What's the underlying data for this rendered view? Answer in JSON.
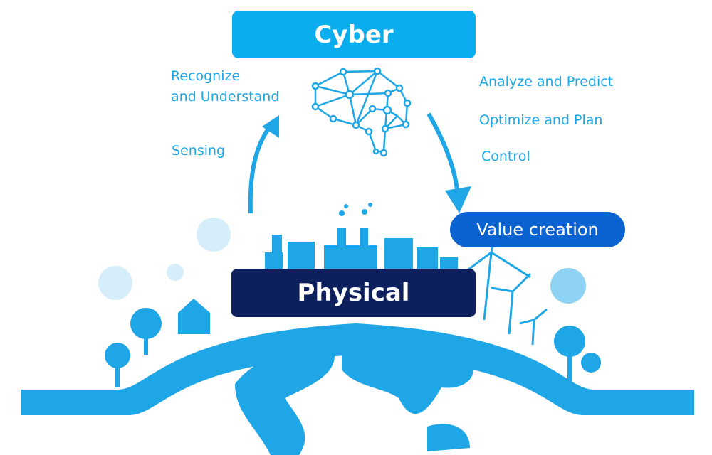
{
  "colors": {
    "cyber": "#0aaeef",
    "physical": "#0d1f5c",
    "value": "#0a63d0",
    "text": "#1aa7e8",
    "illustration": "#1ea6e6"
  },
  "boxes": {
    "cyber": "Cyber",
    "physical": "Physical",
    "value_creation": "Value creation"
  },
  "left_labels": {
    "recognize_1": "Recognize",
    "recognize_2": "and Understand",
    "sensing": "Sensing"
  },
  "right_labels": {
    "analyze": "Analyze and Predict",
    "optimize": "Optimize and Plan",
    "control": "Control"
  },
  "icons": [
    "brain-network-icon",
    "up-arrow-icon",
    "down-arrow-icon",
    "globe-icon",
    "city-icon",
    "wind-turbine-icon",
    "tree-icon",
    "house-icon"
  ]
}
